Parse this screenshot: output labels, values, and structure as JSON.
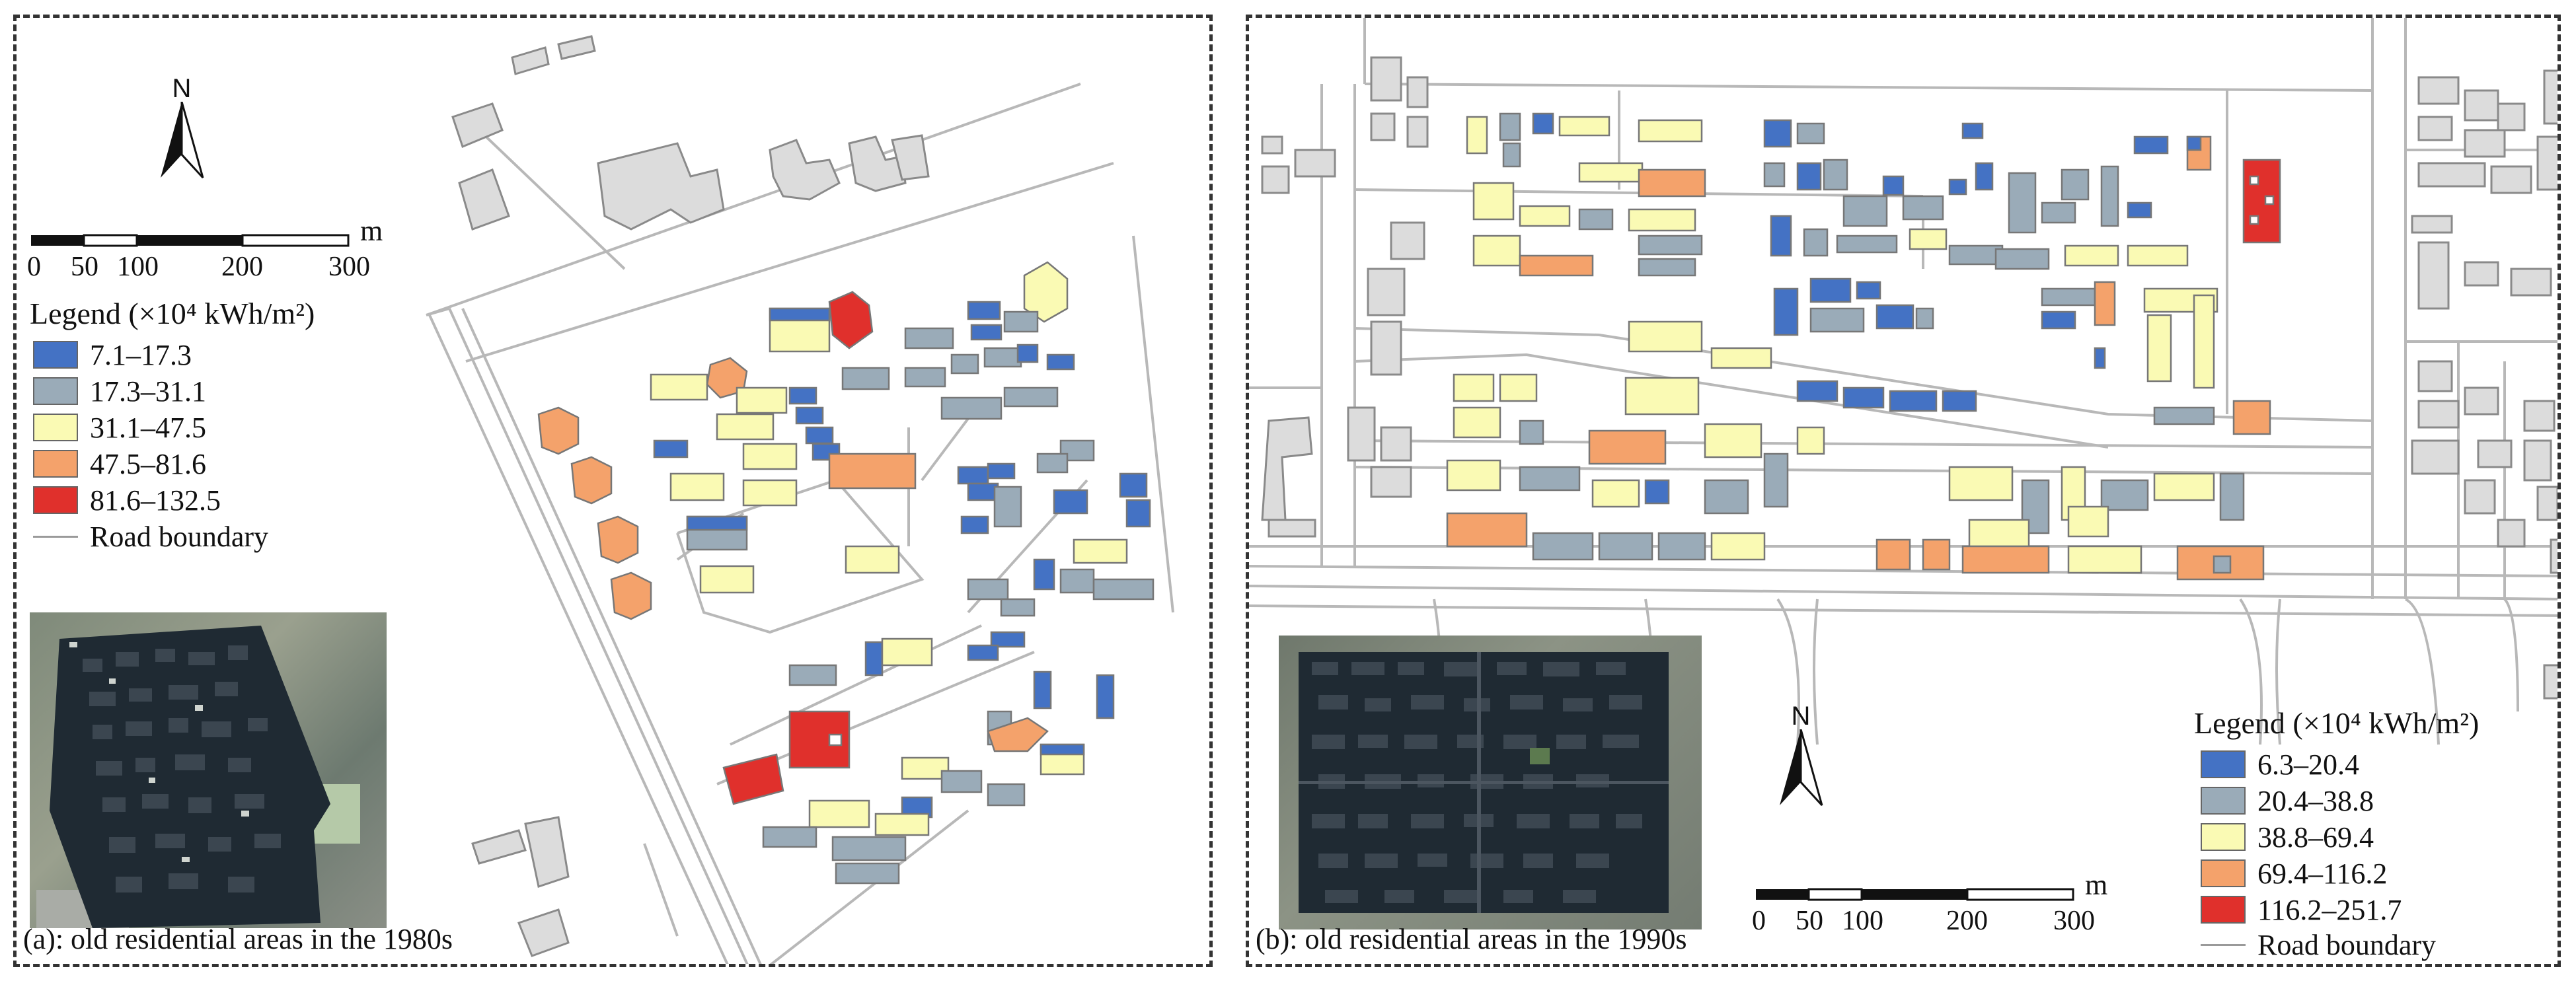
{
  "panel_a": {
    "caption": "(a): old residential areas in the 1980s",
    "north": "N",
    "scale": {
      "unit": "m",
      "ticks": [
        "0",
        "50",
        "100",
        "200",
        "300"
      ]
    },
    "legend": {
      "title": "Legend (×10⁴ kWh/m²)",
      "items": [
        {
          "label": "7.1–17.3",
          "color": "#4472c4"
        },
        {
          "label": "17.3–31.1",
          "color": "#9aabb8"
        },
        {
          "label": "31.1–47.5",
          "color": "#fafab4"
        },
        {
          "label": "47.5–81.6",
          "color": "#f4a26b"
        },
        {
          "label": "81.6–132.5",
          "color": "#e0302c"
        }
      ],
      "road": "Road boundary"
    }
  },
  "panel_b": {
    "caption": "(b): old residential areas in the 1990s",
    "north": "N",
    "scale": {
      "unit": "m",
      "ticks": [
        "0",
        "50",
        "100",
        "200",
        "300"
      ]
    },
    "legend": {
      "title": "Legend (×10⁴ kWh/m²)",
      "items": [
        {
          "label": "6.3–20.4",
          "color": "#4472c4"
        },
        {
          "label": "20.4–38.8",
          "color": "#9aabb8"
        },
        {
          "label": "38.8–69.4",
          "color": "#fafab4"
        },
        {
          "label": "69.4–116.2",
          "color": "#f4a26b"
        },
        {
          "label": "116.2–251.7",
          "color": "#e0302c"
        }
      ],
      "road": "Road boundary"
    }
  },
  "colors": {
    "context_building": "#dcdcdc",
    "road": "#b8b8b8",
    "building_outline": "#777777"
  }
}
